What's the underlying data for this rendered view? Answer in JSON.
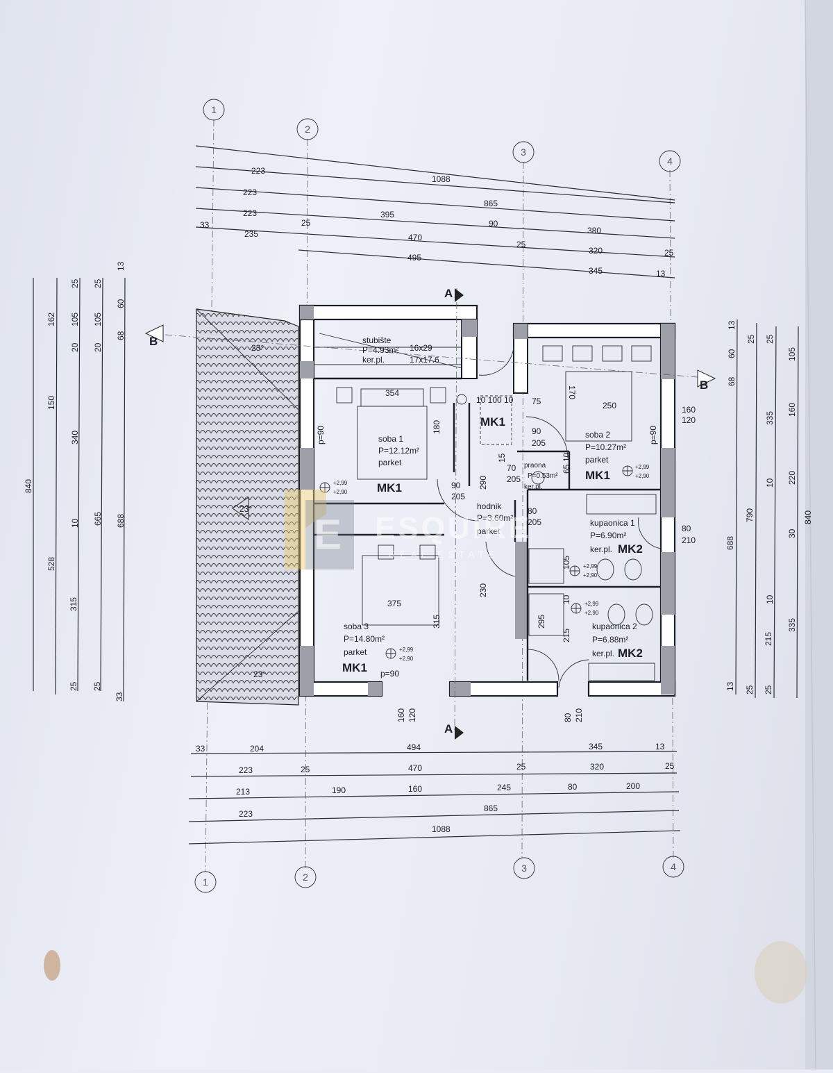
{
  "axes": {
    "a1": "1",
    "a2": "2",
    "a3": "3",
    "a4": "4",
    "section_a": "A",
    "section_b": "B"
  },
  "top_dims": {
    "r1": [
      "223",
      "1088"
    ],
    "r2": [
      "223",
      "865"
    ],
    "r3": [
      "223",
      "395",
      "90",
      "380"
    ],
    "r4": [
      "33",
      "235",
      "25",
      "470",
      "25",
      "320",
      "25"
    ],
    "r5": [
      "495",
      "345",
      "13"
    ]
  },
  "bottom_dims": {
    "r1": [
      "33",
      "204",
      "494",
      "345",
      "13"
    ],
    "r2": [
      "223",
      "25",
      "470",
      "25",
      "320",
      "25"
    ],
    "r3": [
      "213",
      "190",
      "160",
      "245",
      "80",
      "200"
    ],
    "r4": [
      "223",
      "865"
    ],
    "r5": [
      "1088"
    ]
  },
  "left_dims": {
    "c1": [
      "840"
    ],
    "c2": [
      "162",
      "150",
      "528"
    ],
    "c3": [
      "25",
      "105",
      "20",
      "340",
      "10",
      "315",
      "25"
    ],
    "c4": [
      "25",
      "105",
      "20",
      "665",
      "25"
    ],
    "c5": [
      "13",
      "60",
      "68",
      "688",
      "33"
    ]
  },
  "right_dims": {
    "c1": [
      "13",
      "60",
      "68",
      "688",
      "13"
    ],
    "c2": [
      "25",
      "790",
      "25"
    ],
    "c3": [
      "25",
      "105",
      "335",
      "160",
      "10",
      "220",
      "30",
      "10",
      "215",
      "335",
      "25"
    ],
    "c4": [
      "840"
    ]
  },
  "rooms": {
    "stubiste": {
      "name": "stubište",
      "area": "P=4.93m²",
      "floor": "ker.pl.",
      "step1": "16x29",
      "step2": "17x17.6"
    },
    "soba1": {
      "name": "soba 1",
      "area": "P=12.12m²",
      "floor": "parket",
      "mk": "MK1"
    },
    "soba2": {
      "name": "soba 2",
      "area": "P=10.27m²",
      "floor": "parket",
      "mk": "MK1"
    },
    "soba3": {
      "name": "soba 3",
      "area": "P=14.80m²",
      "floor": "parket",
      "mk": "MK1"
    },
    "hodnik": {
      "name": "hodnik",
      "area": "P=3.60m²",
      "floor": "parket",
      "mk": "MK1"
    },
    "praona": {
      "name": "praona",
      "area": "P=0.53m²",
      "floor": "ker.pl."
    },
    "kup1": {
      "name": "kupaonica 1",
      "area": "P=6.90m²",
      "floor": "ker.pl.",
      "mk": "MK2"
    },
    "kup2": {
      "name": "kupaonica 2",
      "area": "P=6.88m²",
      "floor": "ker.pl.",
      "mk": "MK2"
    }
  },
  "inner_dims": [
    "354",
    "180",
    "250",
    "375",
    "315",
    "160",
    "120",
    "75",
    "90",
    "205",
    "10 100 10",
    "170",
    "290",
    "230",
    "70",
    "205",
    "80",
    "205",
    "105",
    "295",
    "215",
    "80",
    "210",
    "90",
    "205",
    "p=90",
    "p=90",
    "p=90",
    "160",
    "120",
    "80",
    "210",
    "15",
    "65",
    "10",
    "10"
  ],
  "levels": {
    "top": "+2,99",
    "bottom": "+2,90"
  },
  "roof": {
    "angle": "23°"
  },
  "watermark": {
    "brand": "ESQUIRE",
    "sub": "REAL ESTATE",
    "letter": "E"
  }
}
